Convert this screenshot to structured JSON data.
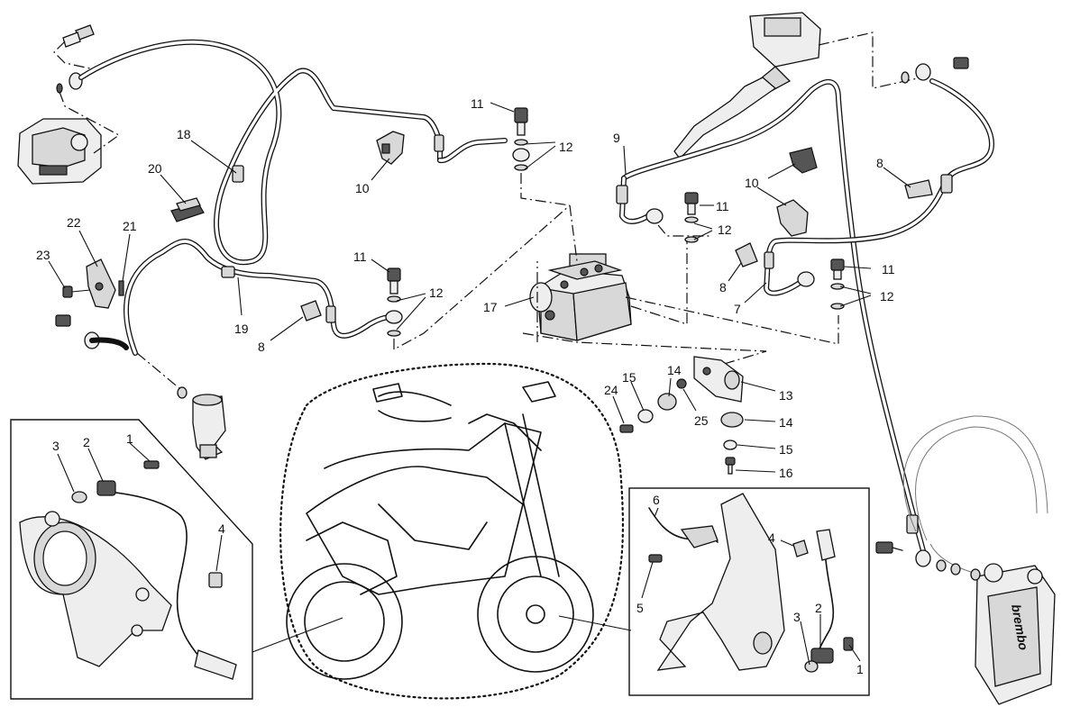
{
  "labels": [
    {
      "id": "l1",
      "text": "1"
    },
    {
      "id": "l2",
      "text": "2"
    },
    {
      "id": "l3",
      "text": "3"
    },
    {
      "id": "l4",
      "text": "4"
    },
    {
      "id": "l5",
      "text": "5"
    },
    {
      "id": "l6",
      "text": "6"
    },
    {
      "id": "l7",
      "text": "7"
    },
    {
      "id": "l8a",
      "text": "8"
    },
    {
      "id": "l8b",
      "text": "8"
    },
    {
      "id": "l8c",
      "text": "8"
    },
    {
      "id": "l9",
      "text": "9"
    },
    {
      "id": "l10a",
      "text": "10"
    },
    {
      "id": "l10b",
      "text": "10"
    },
    {
      "id": "l11a",
      "text": "11"
    },
    {
      "id": "l11b",
      "text": "11"
    },
    {
      "id": "l11c",
      "text": "11"
    },
    {
      "id": "l11d",
      "text": "11"
    },
    {
      "id": "l12a",
      "text": "12"
    },
    {
      "id": "l12b",
      "text": "12"
    },
    {
      "id": "l12c",
      "text": "12"
    },
    {
      "id": "l12d",
      "text": "12"
    },
    {
      "id": "l13",
      "text": "13"
    },
    {
      "id": "l14a",
      "text": "14"
    },
    {
      "id": "l14b",
      "text": "14"
    },
    {
      "id": "l15a",
      "text": "15"
    },
    {
      "id": "l15b",
      "text": "15"
    },
    {
      "id": "l16",
      "text": "16"
    },
    {
      "id": "l17",
      "text": "17"
    },
    {
      "id": "l18",
      "text": "18"
    },
    {
      "id": "l19",
      "text": "19"
    },
    {
      "id": "l20",
      "text": "20"
    },
    {
      "id": "l21",
      "text": "21"
    },
    {
      "id": "l22",
      "text": "22"
    },
    {
      "id": "l23",
      "text": "23"
    },
    {
      "id": "l24",
      "text": "24"
    },
    {
      "id": "l25",
      "text": "25"
    },
    {
      "id": "l1b",
      "text": "1"
    },
    {
      "id": "l2b",
      "text": "2"
    },
    {
      "id": "l3b",
      "text": "3"
    },
    {
      "id": "l4b",
      "text": "4"
    },
    {
      "id": "brand",
      "text": "brembo"
    }
  ]
}
